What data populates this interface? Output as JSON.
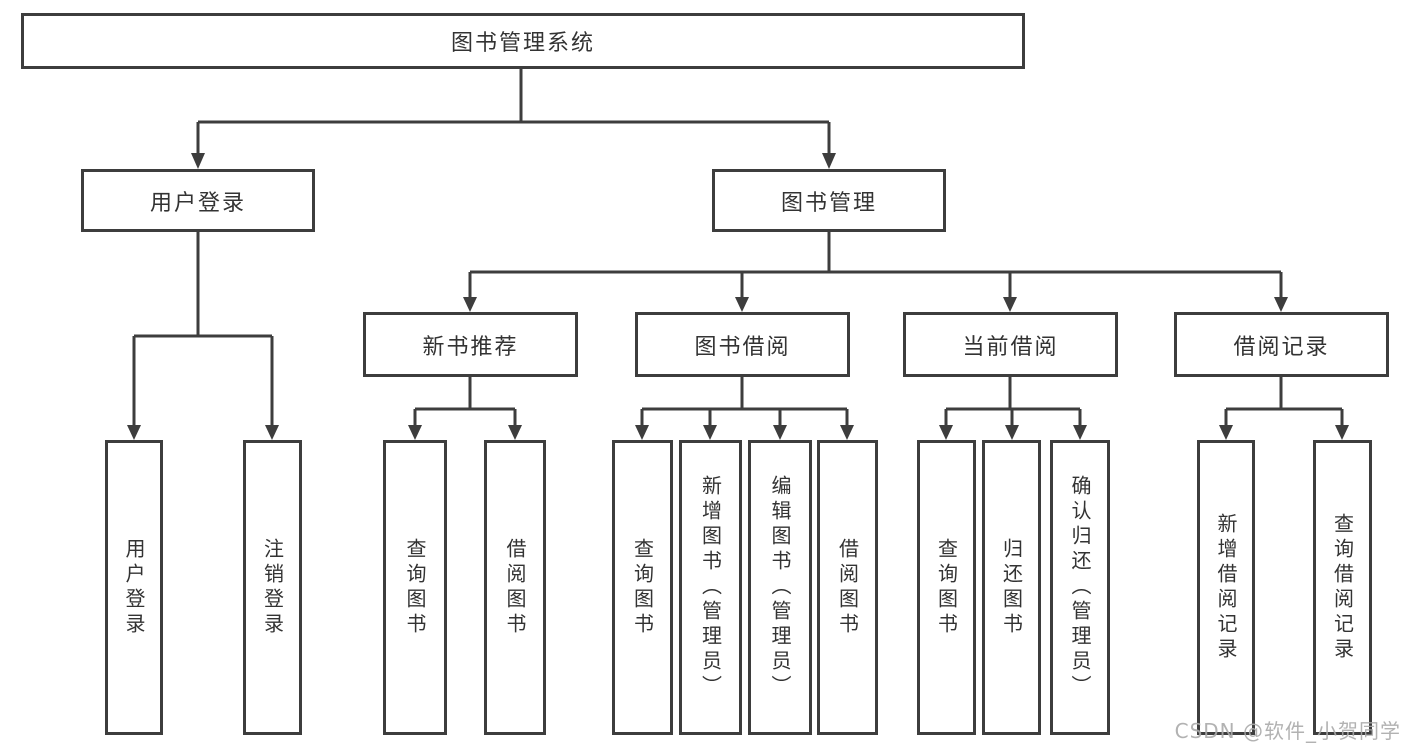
{
  "watermark": "CSDN @软件_小贺同学",
  "colors": {
    "line": "#3d3d3d",
    "text": "#333333",
    "background": "#ffffff",
    "watermark": "#aaaaaa"
  },
  "tree": {
    "root": {
      "label": "图书管理系统"
    },
    "branches": [
      {
        "label": "用户登录",
        "children": [
          {
            "label": "用户登录"
          },
          {
            "label": "注销登录"
          }
        ]
      },
      {
        "label": "图书管理",
        "children": [
          {
            "label": "新书推荐",
            "children": [
              {
                "label": "查询图书"
              },
              {
                "label": "借阅图书"
              }
            ]
          },
          {
            "label": "图书借阅",
            "children": [
              {
                "label": "查询图书"
              },
              {
                "label": "新增图书（管理员）"
              },
              {
                "label": "编辑图书（管理员）"
              },
              {
                "label": "借阅图书"
              }
            ]
          },
          {
            "label": "当前借阅",
            "children": [
              {
                "label": "查询图书"
              },
              {
                "label": "归还图书"
              },
              {
                "label": "确认归还（管理员）"
              }
            ]
          },
          {
            "label": "借阅记录",
            "children": [
              {
                "label": "新增借阅记录"
              },
              {
                "label": "查询借阅记录"
              }
            ]
          }
        ]
      }
    ]
  }
}
